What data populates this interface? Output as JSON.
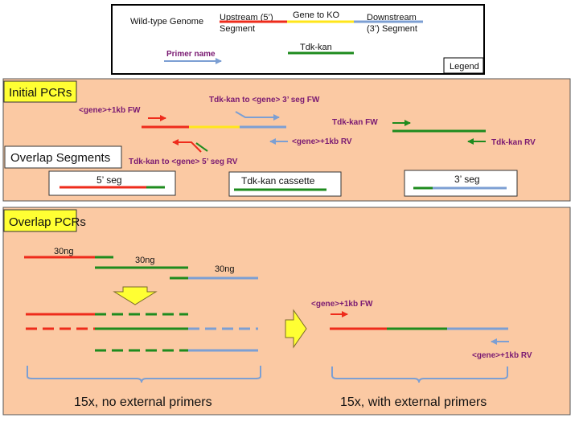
{
  "legend": {
    "title": "Legend",
    "wildtype_label": "Wild-type Genome",
    "upstream_label_1": "Upstream (5’)",
    "upstream_label_2": "Segment",
    "gene_label": "Gene to KO",
    "downstream_label_1": "Downstream",
    "downstream_label_2": "(3’) Segment",
    "tdk_label": "Tdk-kan",
    "primer_label": "Primer name"
  },
  "initial": {
    "title": "Initial PCRs",
    "gene_fw": "<gene>+1kb FW",
    "tdk_to_3": "Tdk-kan to <gene> 3’ seg FW",
    "gene_rv": "<gene>+1kb RV",
    "tdk_to_5": "Tdk-kan to <gene> 5’ seg RV",
    "tdk_fw": "Tdk-kan FW",
    "tdk_rv": "Tdk-kan RV",
    "overlap_title": "Overlap Segments",
    "seg5": "5’ seg",
    "cassette": "Tdk-kan cassette",
    "seg3": "3’ seg"
  },
  "overlap": {
    "title": "Overlap PCRs",
    "amount1": "30ng",
    "amount2": "30ng",
    "amount3": "30ng",
    "fw_primer": "<gene>+1kb FW",
    "rv_primer": "<gene>+1kb RV",
    "left_caption": "15x, no external primers",
    "right_caption": "15x, with external primers"
  },
  "colors": {
    "red": "#ee2b1b",
    "yellow": "#ffe61b",
    "blue": "#7c9fd3",
    "green": "#1e8b1e",
    "panel": "#fbc9a3",
    "title_bg": "#ffff33",
    "purple": "#7a1a72"
  }
}
